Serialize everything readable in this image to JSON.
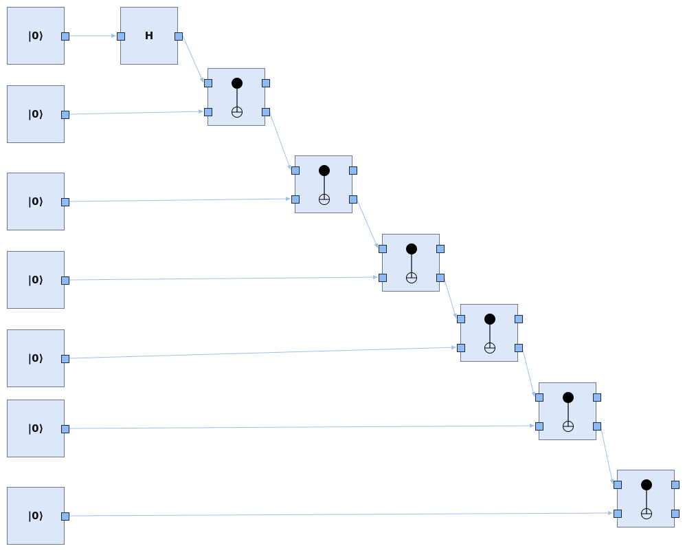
{
  "colors": {
    "block_fill": "#dce8fa",
    "block_border": "#6b7687",
    "port_fill": "#8ebbf4",
    "port_border": "#1d2a3a",
    "wire": "#9cc1ea",
    "gate_symbol": "#000000"
  },
  "qubits": [
    {
      "label": "|0⟩"
    },
    {
      "label": "|0⟩"
    },
    {
      "label": "|0⟩"
    },
    {
      "label": "|0⟩"
    },
    {
      "label": "|0⟩"
    },
    {
      "label": "|0⟩"
    },
    {
      "label": "|0⟩"
    }
  ],
  "hadamard": {
    "label": "H",
    "target_qubit": 0
  },
  "cnot_gates": [
    {
      "control": 0,
      "target": 1
    },
    {
      "control": 1,
      "target": 2
    },
    {
      "control": 2,
      "target": 3
    },
    {
      "control": 3,
      "target": 4
    },
    {
      "control": 4,
      "target": 5
    },
    {
      "control": 5,
      "target": 6
    }
  ]
}
